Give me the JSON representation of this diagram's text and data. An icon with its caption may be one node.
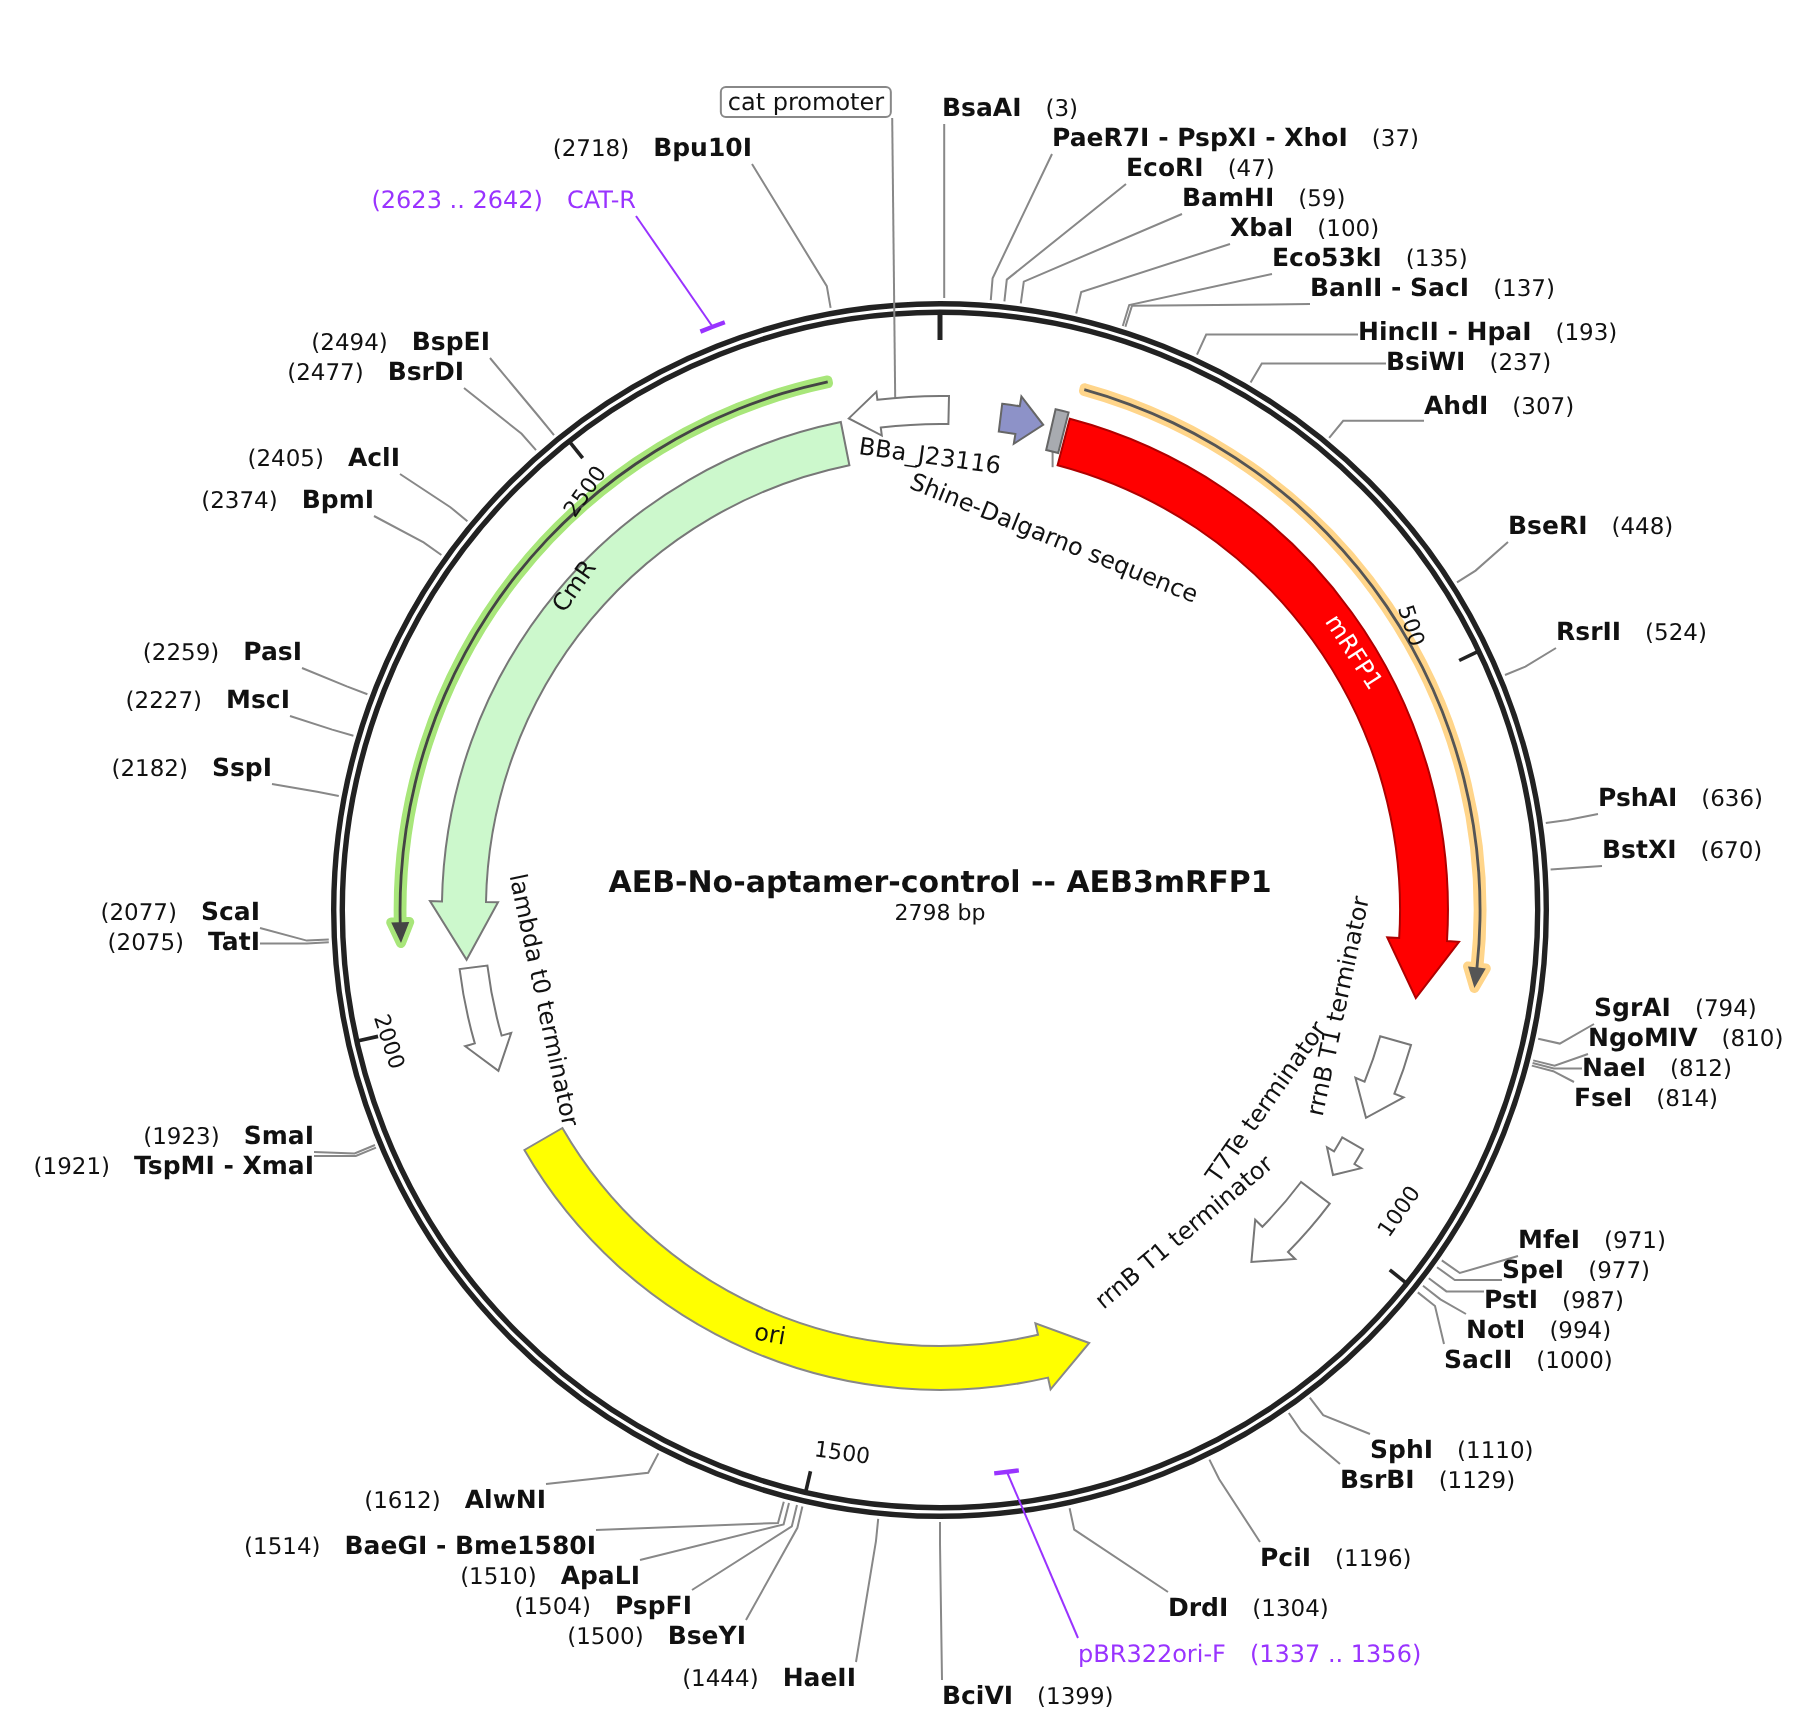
{
  "diagram": {
    "title": "AEB-No-aptamer-control -- AEB3mRFP1",
    "nodes": [
      {
        "text": [
          "cat promoter"
        ]
      },
      {
        "text": [],
        "shape": "arrow"
      },
      {
        "text": [
          "BBa_J23116"
        ]
      },
      {
        "text": [],
        "shape": "box"
      },
      {
        "text": [
          "Shine-Dalgarno sequence"
        ]
      },
      {
        "text": [
          "mRFP1"
        ]
      },
      {
        "text": [],
        "shape": "arrow"
      },
      {
        "text": [
          "CmR"
        ]
      },
      {
        "text": [],
        "shape": "arrow"
      },
      {
        "text": [
          "lambda t0 terminator"
        ]
      },
      {
        "text": [
          "rrnB T1 terminator"
        ]
      },
      {
        "text": [
          "T7Te terminator"
        ]
      },
      {
        "text": [
          "rrnB T1 terminator"
        ]
      },
      {
        "text": [
          "ori"
        ]
      },
      {
        "text": [
          "(2623 .. 2642)",
          "CAT-R"
        ]
      },
      {
        "text": [],
        "shape": "bar"
      },
      {
        "text": [
          "pBR322ori-F",
          "(1337 .. 1356)"
        ]
      },
      {
        "text": [],
        "shape": "bar"
      },
      {
        "text": [
          "BsaAI",
          "(3)"
        ]
      },
      {
        "text": [
          "PaeR7I - PspXI - XhoI",
          "(37)"
        ]
      },
      {
        "text": [
          "EcoRI",
          "(47)"
        ]
      },
      {
        "text": [
          "BamHI",
          "(59)"
        ]
      },
      {
        "text": [
          "XbaI",
          "(100)"
        ]
      },
      {
        "text": [
          "Eco53kI",
          "(135)"
        ]
      },
      {
        "text": [
          "BanII - SacI",
          "(137)"
        ]
      },
      {
        "text": [
          "HincII - HpaI",
          "(193)"
        ]
      },
      {
        "text": [
          "BsiWI",
          "(237)"
        ]
      },
      {
        "text": [
          "AhdI",
          "(307)"
        ]
      },
      {
        "text": [
          "BseRI",
          "(448)"
        ]
      },
      {
        "text": [
          "RsrII",
          "(524)"
        ]
      },
      {
        "text": [
          "PshAI",
          "(636)"
        ]
      },
      {
        "text": [
          "BstXI",
          "(670)"
        ]
      },
      {
        "text": [
          "SgrAI",
          "(794)"
        ]
      },
      {
        "text": [
          "NgoMIV",
          "(810)"
        ]
      },
      {
        "text": [
          "NaeI",
          "(812)"
        ]
      },
      {
        "text": [
          "FseI",
          "(814)"
        ]
      },
      {
        "text": [
          "MfeI",
          "(971)"
        ]
      },
      {
        "text": [
          "SpeI",
          "(977)"
        ]
      },
      {
        "text": [
          "PstI",
          "(987)"
        ]
      },
      {
        "text": [
          "NotI",
          "(994)"
        ]
      },
      {
        "text": [
          "SacII",
          "(1000)"
        ]
      },
      {
        "text": [
          "SphI",
          "(1110)"
        ]
      },
      {
        "text": [
          "BsrBI",
          "(1129)"
        ]
      },
      {
        "text": [
          "PciI",
          "(1196)"
        ]
      },
      {
        "text": [
          "DrdI",
          "(1304)"
        ]
      },
      {
        "text": [
          "BciVI",
          "(1399)"
        ]
      },
      {
        "text": [
          "(1444)",
          "HaeII"
        ]
      },
      {
        "text": [
          "(1500)",
          "BseYI"
        ]
      },
      {
        "text": [
          "(1504)",
          "PspFI"
        ]
      },
      {
        "text": [
          "(1510)",
          "ApaLI"
        ]
      },
      {
        "text": [
          "(1514)",
          "BaeGI - Bme1580I"
        ]
      },
      {
        "text": [
          "(1612)",
          "AlwNI"
        ]
      },
      {
        "text": [
          "(1923)",
          "SmaI"
        ]
      },
      {
        "text": [
          "(1921)",
          "TspMI - XmaI"
        ]
      },
      {
        "text": [
          "(2077)",
          "ScaI"
        ]
      },
      {
        "text": [
          "(2075)",
          "TatI"
        ]
      },
      {
        "text": [
          "(2182)",
          "SspI"
        ]
      },
      {
        "text": [
          "(2227)",
          "MscI"
        ]
      },
      {
        "text": [
          "(2259)",
          "PasI"
        ]
      },
      {
        "text": [
          "(2374)",
          "BpmI"
        ]
      },
      {
        "text": [
          "(2405)",
          "AclI"
        ]
      },
      {
        "text": [
          "(2477)",
          "BsrDI"
        ]
      },
      {
        "text": [
          "(2494)",
          "BspEI"
        ]
      },
      {
        "text": [
          "(2718)",
          "Bpu10I"
        ]
      }
    ],
    "edges": [
      {
        "from": 0,
        "to": 6,
        "arrow": "none"
      },
      {
        "from": 4,
        "to": 3,
        "arrow": "none"
      },
      {
        "from": 14,
        "to": 15,
        "arrow": "none",
        "color": "#9933ff"
      },
      {
        "from": 16,
        "to": 17,
        "arrow": "none",
        "color": "#9933ff"
      },
      {
        "from": 18,
        "to": null,
        "arrow": "none"
      },
      {
        "from": 19,
        "to": null,
        "arrow": "none"
      },
      {
        "from": 20,
        "to": null,
        "arrow": "none"
      },
      {
        "from": 21,
        "to": null,
        "arrow": "none"
      },
      {
        "from": 22,
        "to": null,
        "arrow": "none"
      },
      {
        "from": 23,
        "to": null,
        "arrow": "none"
      },
      {
        "from": 24,
        "to": null,
        "arrow": "none"
      },
      {
        "from": 25,
        "to": null,
        "arrow": "none"
      },
      {
        "from": 26,
        "to": null,
        "arrow": "none"
      },
      {
        "from": 27,
        "to": null,
        "arrow": "none"
      },
      {
        "from": 28,
        "to": null,
        "arrow": "none"
      },
      {
        "from": 29,
        "to": null,
        "arrow": "none"
      },
      {
        "from": 30,
        "to": null,
        "arrow": "none"
      },
      {
        "from": 31,
        "to": null,
        "arrow": "none"
      },
      {
        "from": 32,
        "to": null,
        "arrow": "none"
      },
      {
        "from": 33,
        "to": null,
        "arrow": "none"
      },
      {
        "from": 34,
        "to": null,
        "arrow": "none"
      },
      {
        "from": 35,
        "to": null,
        "arrow": "none"
      },
      {
        "from": 36,
        "to": null,
        "arrow": "none"
      },
      {
        "from": 37,
        "to": null,
        "arrow": "none"
      },
      {
        "from": 38,
        "to": null,
        "arrow": "none"
      },
      {
        "from": 39,
        "to": null,
        "arrow": "none"
      },
      {
        "from": 40,
        "to": null,
        "arrow": "none"
      },
      {
        "from": 41,
        "to": null,
        "arrow": "none"
      },
      {
        "from": 42,
        "to": null,
        "arrow": "none"
      },
      {
        "from": 43,
        "to": null,
        "arrow": "none"
      },
      {
        "from": 44,
        "to": null,
        "arrow": "none"
      },
      {
        "from": 45,
        "to": null,
        "arrow": "none"
      },
      {
        "from": 46,
        "to": null,
        "arrow": "none"
      },
      {
        "from": 47,
        "to": null,
        "arrow": "none"
      },
      {
        "from": 48,
        "to": null,
        "arrow": "none"
      },
      {
        "from": 49,
        "to": null,
        "arrow": "none"
      },
      {
        "from": 50,
        "to": null,
        "arrow": "none"
      },
      {
        "from": 51,
        "to": null,
        "arrow": "none"
      },
      {
        "from": 52,
        "to": null,
        "arrow": "none"
      },
      {
        "from": 53,
        "to": null,
        "arrow": "none"
      },
      {
        "from": 54,
        "to": null,
        "arrow": "none"
      },
      {
        "from": 55,
        "to": null,
        "arrow": "none"
      },
      {
        "from": 56,
        "to": null,
        "arrow": "none"
      },
      {
        "from": 57,
        "to": null,
        "arrow": "none"
      },
      {
        "from": 58,
        "to": null,
        "arrow": "none"
      },
      {
        "from": 59,
        "to": null,
        "arrow": "none"
      },
      {
        "from": 60,
        "to": null,
        "arrow": "none"
      },
      {
        "from": 61,
        "to": null,
        "arrow": "none"
      },
      {
        "from": 62,
        "to": null,
        "arrow": "none"
      },
      {
        "from": 63,
        "to": null,
        "arrow": "none"
      }
    ],
    "labels": [
      "2798 bp",
      "500",
      "1000",
      "1500",
      "2000",
      "2500"
    ]
  }
}
